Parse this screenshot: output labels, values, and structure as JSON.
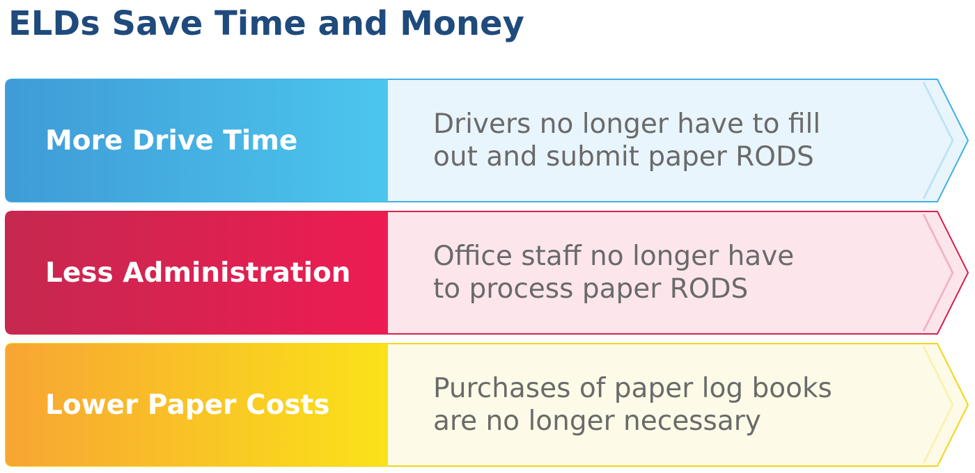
{
  "title": "ELDs Save Time and Money",
  "rows": [
    {
      "label": "More Drive Time",
      "description": "Drivers no longer have to fill\nout and submit paper RODS",
      "color_start": "#3f9bd6",
      "color_end": "#4cc6ee",
      "fill_light": "#e9f5fc",
      "border": "#3fb0e0"
    },
    {
      "label": "Less Administration",
      "description": "Office staff no longer have\nto process paper RODS",
      "color_start": "#c6284f",
      "color_end": "#ed1c52",
      "fill_light": "#fce6ec",
      "border": "#d6204c"
    },
    {
      "label": "Lower Paper Costs",
      "description": "Purchases of paper log books\nare no longer necessary",
      "color_start": "#f8a533",
      "color_end": "#fae219",
      "fill_light": "#fdfbe7",
      "border": "#f3d518"
    }
  ]
}
